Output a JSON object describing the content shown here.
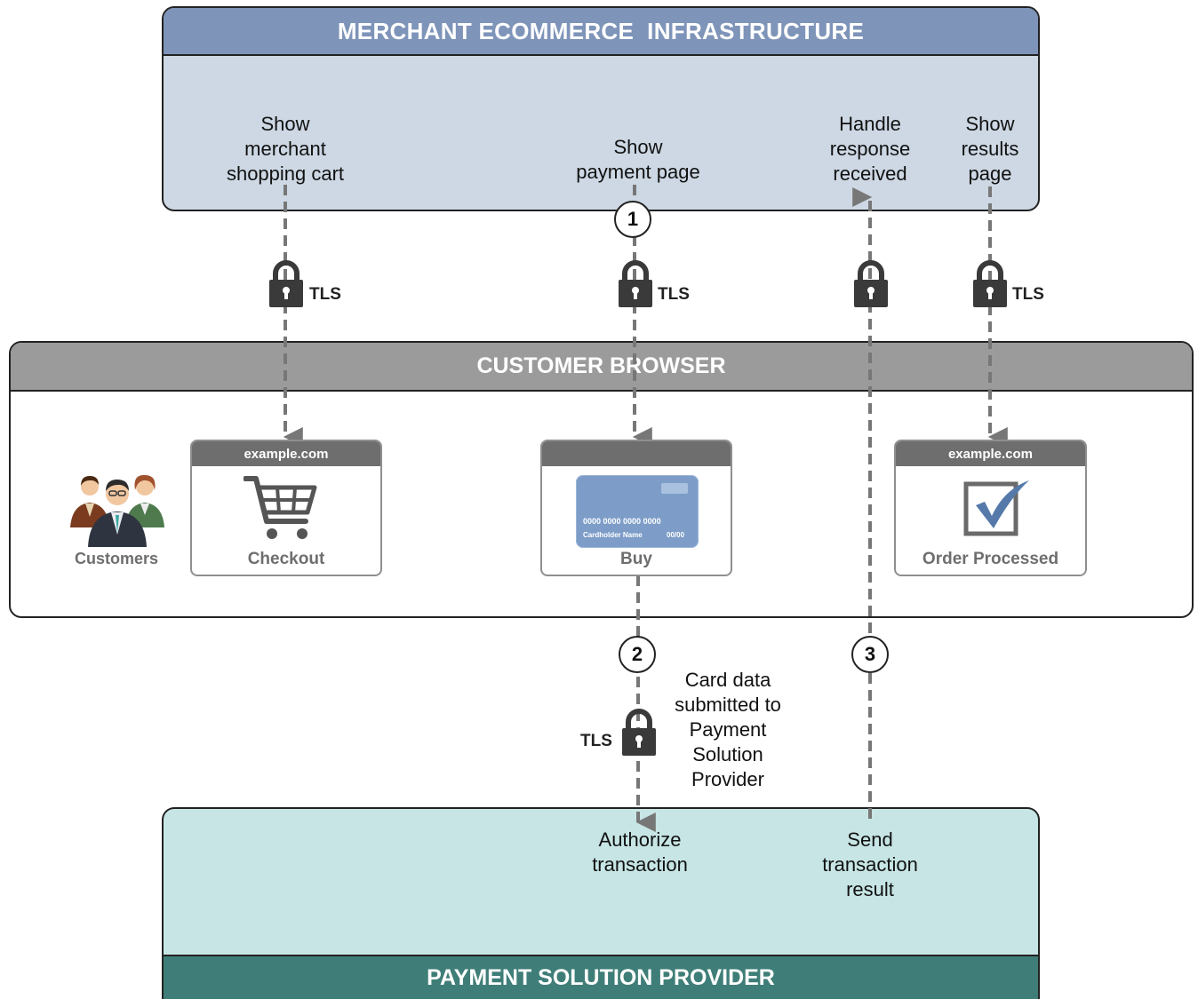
{
  "merchant": {
    "title": "MERCHANT ECOMMERCE  INFRASTRUCTURE",
    "labels": {
      "show_cart": "Show\nmerchant\nshopping cart",
      "show_payment": "Show\npayment page",
      "handle_response": "Handle\nresponse\nreceived",
      "show_results": "Show\nresults\npage"
    }
  },
  "browser": {
    "title": "CUSTOMER BROWSER",
    "customers_label": "Customers",
    "checkout_card": {
      "url": "example.com",
      "label": "Checkout"
    },
    "buy_card": {
      "url": "",
      "label": "Buy",
      "card_number": "0000 0000 0000 0000",
      "cardholder": "Cardholder Name",
      "expiry": "00/00"
    },
    "order_card": {
      "url": "example.com",
      "label": "Order Processed"
    }
  },
  "provider": {
    "title": "PAYMENT SOLUTION PROVIDER",
    "labels": {
      "authorize": "Authorize\ntransaction",
      "send_result": "Send\ntransaction\nresult"
    }
  },
  "flow": {
    "tls_label": "TLS",
    "steps": [
      "1",
      "2",
      "3"
    ],
    "card_data_note": "Card data\nsubmitted to\nPayment\nSolution\nProvider"
  },
  "colors": {
    "merchant_header": "#7e94b9",
    "merchant_body": "#cdd8e4",
    "browser_header": "#9b9b9b",
    "provider_header": "#3f7e78",
    "provider_body": "#c7e5e5",
    "connector": "#777777",
    "lock": "#3a3a3a"
  },
  "icons": [
    "lock-icon",
    "shopping-cart-icon",
    "credit-card-icon",
    "checkmark-icon",
    "customers-icon"
  ]
}
